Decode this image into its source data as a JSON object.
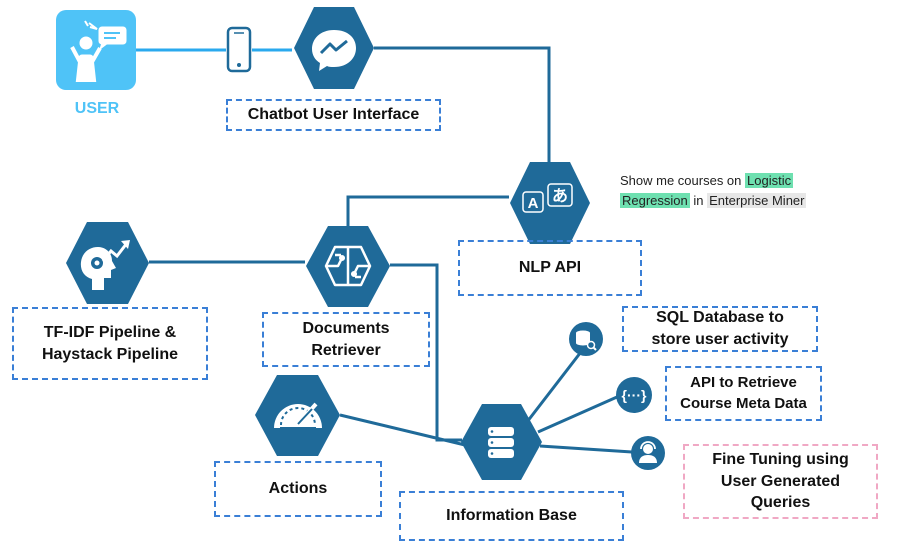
{
  "colors": {
    "hex_blue": "#1f6a99",
    "user_blue": "#4fc3f7",
    "connector_blue": "#2aa9ee",
    "line_dark": "#1f6a99",
    "box_border_blue": "#3a7fd6",
    "box_border_pink": "#f0a8c4",
    "highlight_green": "#6ee0b0"
  },
  "user": {
    "label": "USER",
    "icon": "person-waving-with-speech-bubble-icon"
  },
  "nodes": {
    "chatbot": {
      "label": "Chatbot User Interface",
      "icon": "messenger-icon"
    },
    "nlp": {
      "label": "NLP API",
      "icon": "translate-icon"
    },
    "retriever": {
      "label": "Documents Retriever",
      "icon": "neural-network-icon"
    },
    "pipeline": {
      "label": "TF-IDF Pipeline & Haystack Pipeline",
      "icon": "head-gear-trend-icon"
    },
    "actions": {
      "label": "Actions",
      "icon": "gauge-icon"
    },
    "info_base": {
      "label": "Information Base",
      "icon": "database-icon"
    },
    "sql": {
      "label": "SQL Database to store user activity",
      "icon": "database-search-icon"
    },
    "api": {
      "label": "API to Retrieve Course Meta Data",
      "icon": "curly-braces-icon"
    },
    "finetune": {
      "label": "Fine Tuning using User Generated Queries",
      "icon": "support-agent-icon"
    }
  },
  "phone": {
    "icon": "smartphone-icon"
  },
  "query": {
    "part1": "Show me courses on ",
    "highlight1": "Logistic",
    "highlight2": "Regression",
    "part2": " in ",
    "highlight3": "Enterprise Miner"
  }
}
